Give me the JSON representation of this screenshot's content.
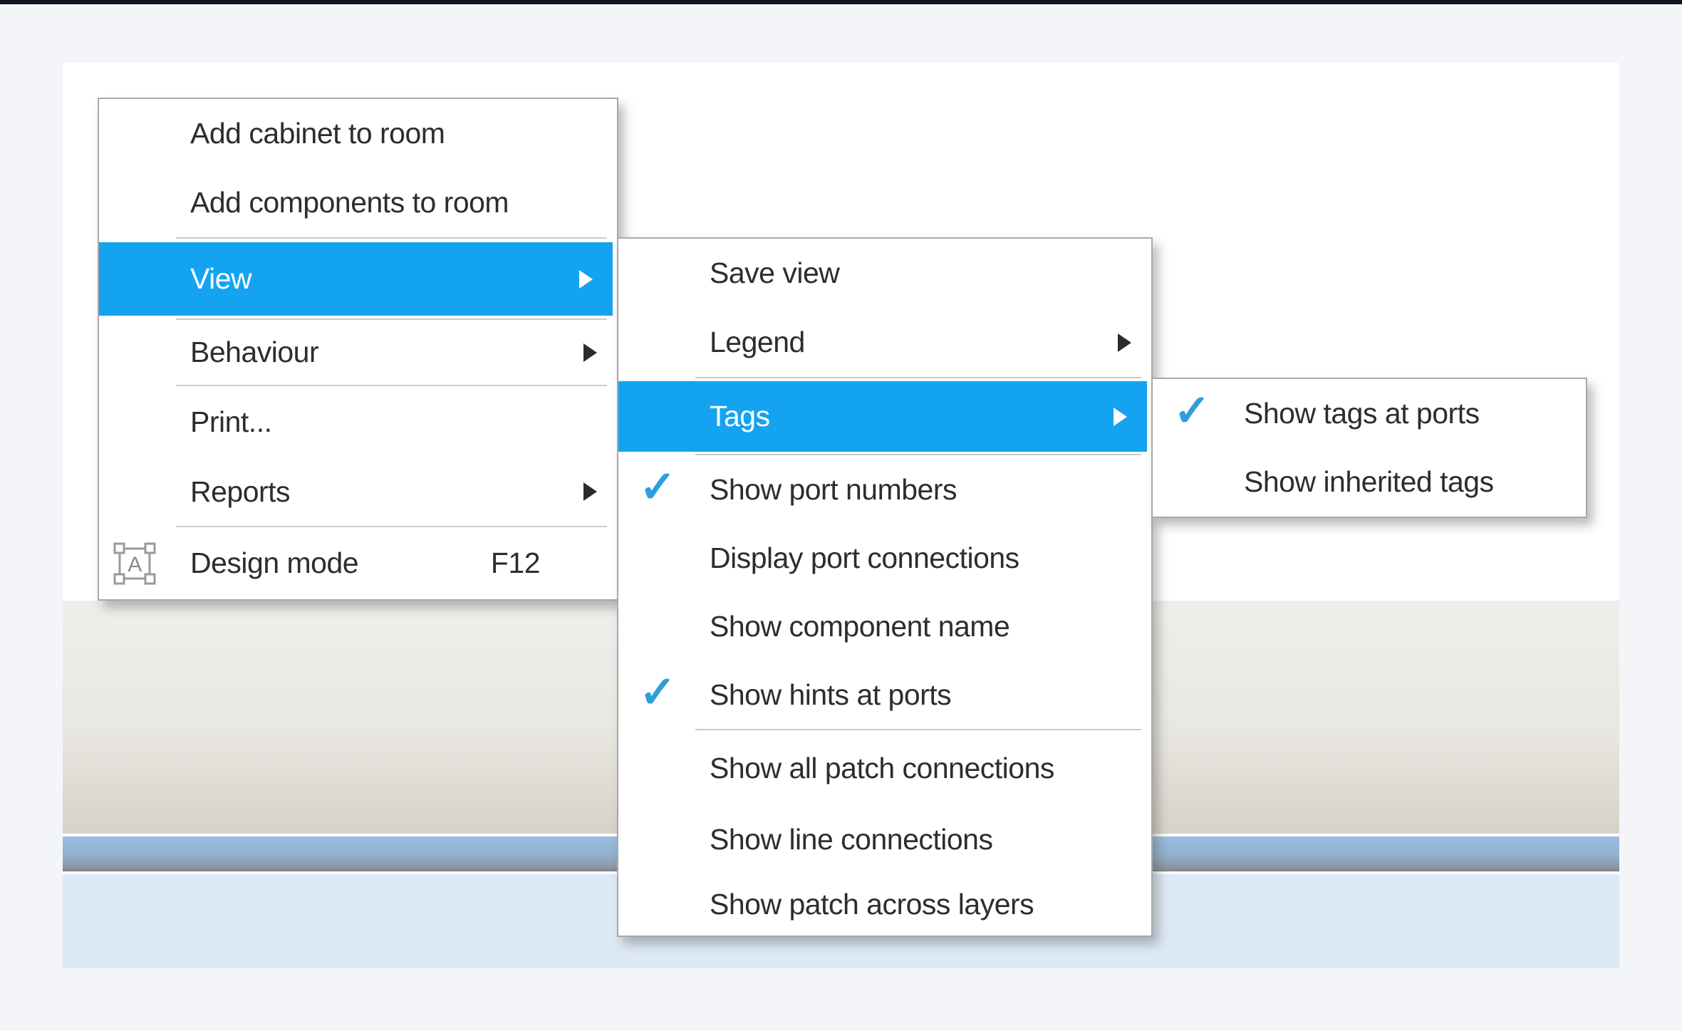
{
  "colors": {
    "highlight_blue": "#14a3f0",
    "check_blue": "#2d9fdb",
    "menu_background": "#ffffff",
    "menu_border": "#a8a8a8",
    "separator_gray": "#cbcbcb",
    "item_text": "#2d2d2d",
    "highlighted_item_text": "#ffffff",
    "page_background": "#f3f5f9",
    "top_bar": "#11151f",
    "canvas_beige_top": "#efeeeb",
    "canvas_beige_bottom": "#d7d2c8",
    "canvas_stripe_blue": "#9dbce0",
    "canvas_light_blue": "#dde9f5"
  },
  "glyphs": {
    "check": "✓",
    "design_mode_letter": "A"
  },
  "context_menu": {
    "items": [
      {
        "label": "Add cabinet to room"
      },
      {
        "label": "Add components to room"
      },
      {
        "label": "View",
        "has_submenu": true,
        "highlighted": true
      },
      {
        "label": "Behaviour",
        "has_submenu": true
      },
      {
        "label": "Print..."
      },
      {
        "label": "Reports",
        "has_submenu": true
      },
      {
        "label": "Design mode",
        "shortcut": "F12",
        "icon": "design-mode-icon"
      }
    ]
  },
  "view_submenu": {
    "items": [
      {
        "label": "Save view"
      },
      {
        "label": "Legend",
        "has_submenu": true
      },
      {
        "label": "Tags",
        "has_submenu": true,
        "highlighted": true
      },
      {
        "label": "Show port numbers",
        "checked": true
      },
      {
        "label": "Display port connections"
      },
      {
        "label": "Show component name"
      },
      {
        "label": "Show hints at ports",
        "checked": true
      },
      {
        "label": "Show all patch connections"
      },
      {
        "label": "Show line connections"
      },
      {
        "label": "Show patch across layers"
      }
    ]
  },
  "tags_submenu": {
    "items": [
      {
        "label": "Show tags at ports",
        "checked": true
      },
      {
        "label": "Show inherited tags"
      }
    ]
  }
}
